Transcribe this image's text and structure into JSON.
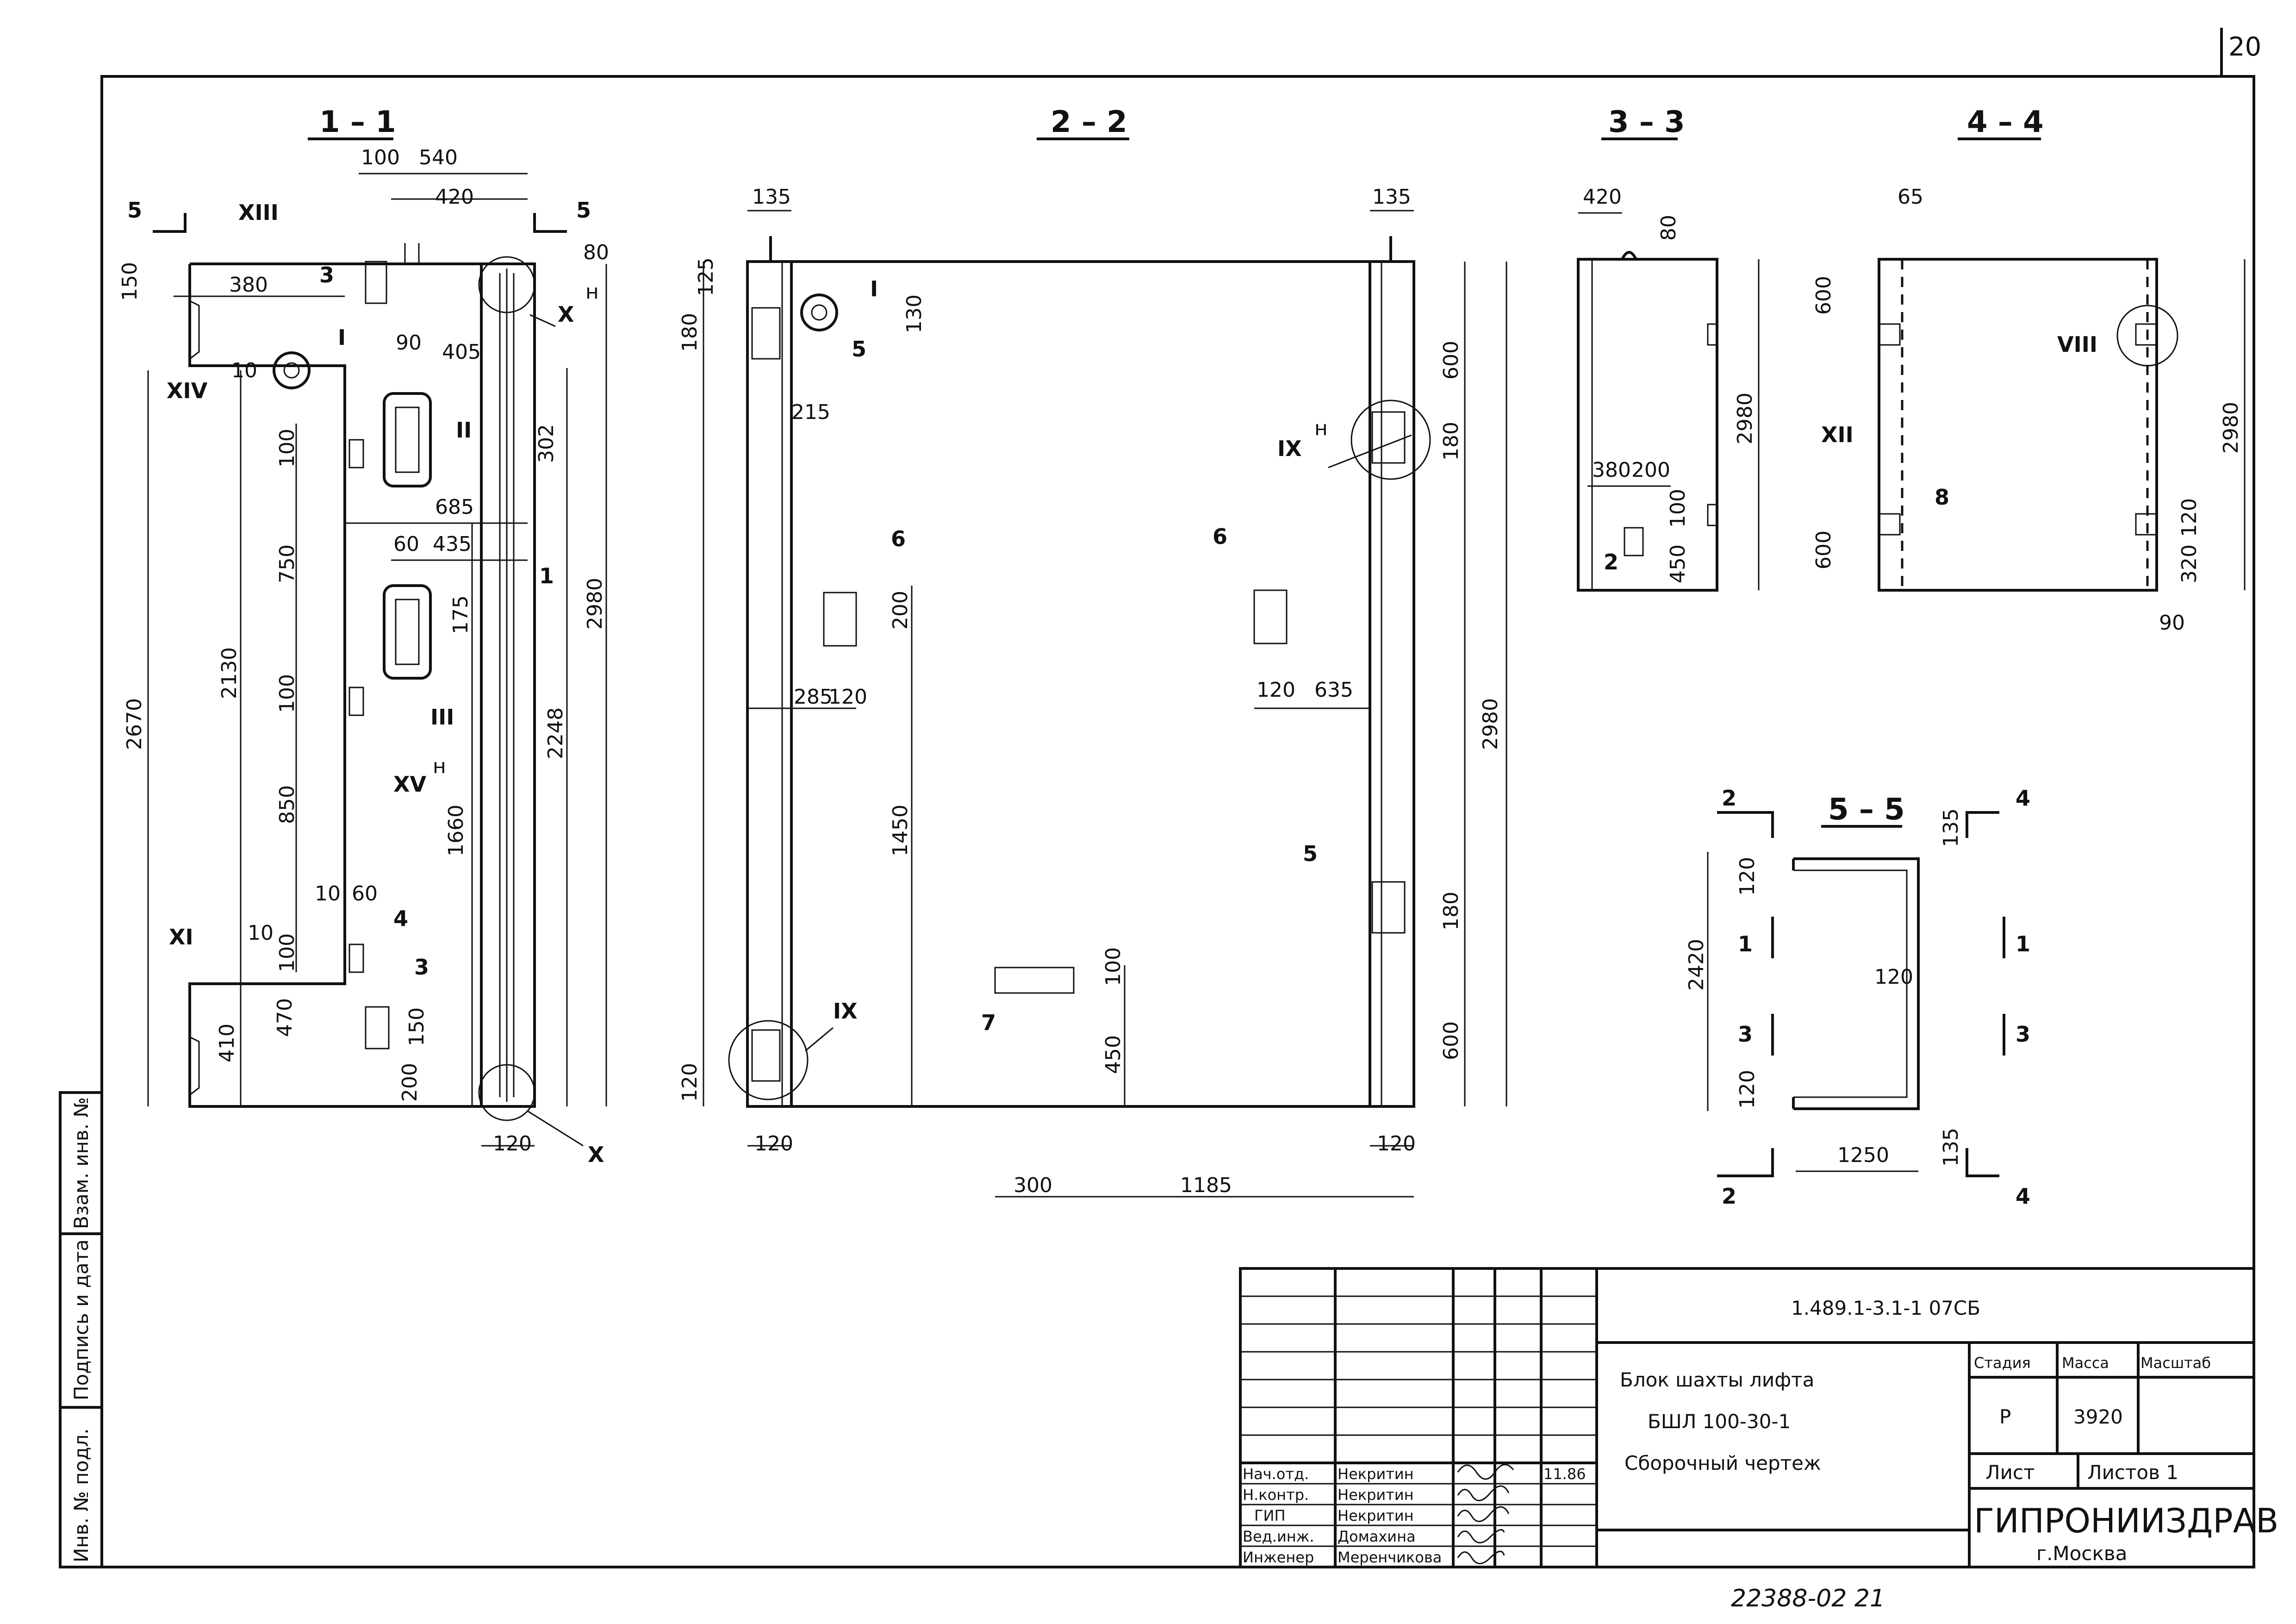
{
  "sheet_number": "20",
  "sections": {
    "s11": "1 – 1",
    "s22": "2 – 2",
    "s33": "3 – 3",
    "s44": "4 – 4",
    "s55": "5 – 5"
  },
  "s11": {
    "dims": [
      "100",
      "540",
      "420",
      "80",
      "150",
      "380",
      "90",
      "405",
      "302",
      "685",
      "60",
      "435",
      "750",
      "175",
      "2980",
      "2130",
      "100",
      "100",
      "100",
      "2670",
      "850",
      "1660",
      "2248",
      "10",
      "60",
      "10",
      "10",
      "410",
      "470",
      "150",
      "200",
      "120"
    ],
    "marks": [
      "5",
      "5",
      "XIII",
      "3",
      "I",
      "II",
      "XIV",
      "III",
      "XV",
      "4",
      "3",
      "XI",
      "1",
      "X",
      "X"
    ],
    "superscript": "н"
  },
  "s22": {
    "dims": [
      "135",
      "135",
      "125",
      "130",
      "180",
      "215",
      "600",
      "180",
      "200",
      "285",
      "120",
      "120",
      "635",
      "2980",
      "1450",
      "100",
      "450",
      "180",
      "120",
      "600",
      "120",
      "120",
      "300",
      "1185"
    ],
    "marks": [
      "I",
      "5",
      "IX",
      "6",
      "6",
      "5",
      "7",
      "IX"
    ],
    "superscript": "н"
  },
  "s33": {
    "dims": [
      "420",
      "80",
      "2980",
      "380",
      "200",
      "100",
      "450"
    ],
    "marks": [
      "2"
    ]
  },
  "s44": {
    "dims": [
      "65",
      "600",
      "2980",
      "600",
      "120",
      "320",
      "90"
    ],
    "marks": [
      "VIII",
      "XII",
      "8"
    ]
  },
  "s55": {
    "dims": [
      "135",
      "120",
      "2420",
      "120",
      "120",
      "1250",
      "135"
    ],
    "marks": [
      "2",
      "4",
      "1",
      "1",
      "3",
      "3",
      "2",
      "4"
    ]
  },
  "side_stamp": [
    "Инв. № подл.",
    "Подпись и дата",
    "Взам. инв. №"
  ],
  "title_block": {
    "code": "1.489.1-3.1-1 07СБ",
    "name_line1": "Блок шахты лифта",
    "name_line2": "БШЛ 100-30-1",
    "name_line3": "Сборочный чертеж",
    "stage_h": "Стадия",
    "mass_h": "Масса",
    "scale_h": "Масштаб",
    "stage": "Р",
    "mass": "3920",
    "sheet_h": "Лист",
    "sheets_h": "Листов 1",
    "org": "ГИПРОНИИЗДРАВ",
    "city": "г.Москва",
    "staff": [
      {
        "role": "Нач.отд.",
        "name": "Некритин",
        "date": "11.86"
      },
      {
        "role": "Н.контр.",
        "name": "Некритин",
        "date": ""
      },
      {
        "role": "ГИП",
        "name": "Некритин",
        "date": ""
      },
      {
        "role": "Вед.инж.",
        "name": "Домахина",
        "date": ""
      },
      {
        "role": "Инженер",
        "name": "Меренчикова",
        "date": ""
      }
    ]
  },
  "footer": "22388-02   21"
}
